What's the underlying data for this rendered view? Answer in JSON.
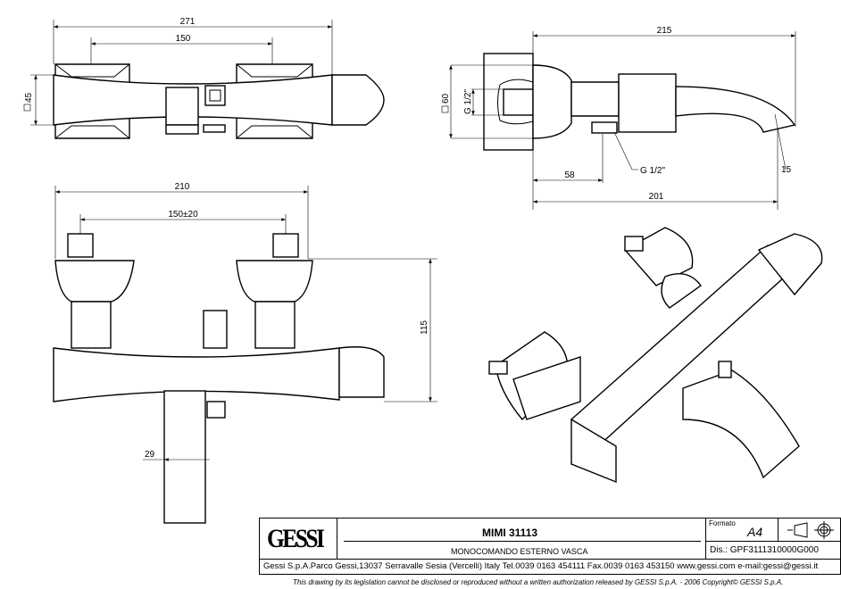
{
  "top_view": {
    "dim_overall": "271",
    "dim_centers": "150",
    "dim_section": "45"
  },
  "side_view": {
    "dim_overall": "215",
    "dim_section": "60",
    "thread_inlet": "G 1/2\"",
    "thread_outlet": "G 1/2\"",
    "dim_outlet": "58",
    "dim_spout": "201",
    "dim_angle": "15"
  },
  "front_view": {
    "dim_overall": "210",
    "dim_centers": "150±20",
    "dim_height": "115",
    "dim_pipe": "29"
  },
  "title_block": {
    "logo": "GESSI",
    "product_name": "MIMI 31113",
    "product_description": "MONOCOMANDO ESTERNO VASCA",
    "format_label": "Formato",
    "format_value": "A4",
    "drawing_number": "Dis.: GPF3111310000G000",
    "company_info": "Gessi S.p.A.Parco Gessi,13037 Serravalle Sesia (Vercelli) Italy Tel.0039 0163 454111 Fax.0039 0163 453150 www.gessi.com e-mail:gessi@gessi.it",
    "copyright": "This drawing by its legislation cannot be disclosed or reproduced without a written authorization released by GESSI S.p.A. - 2006 Copyright© GESSI S.p.A."
  }
}
